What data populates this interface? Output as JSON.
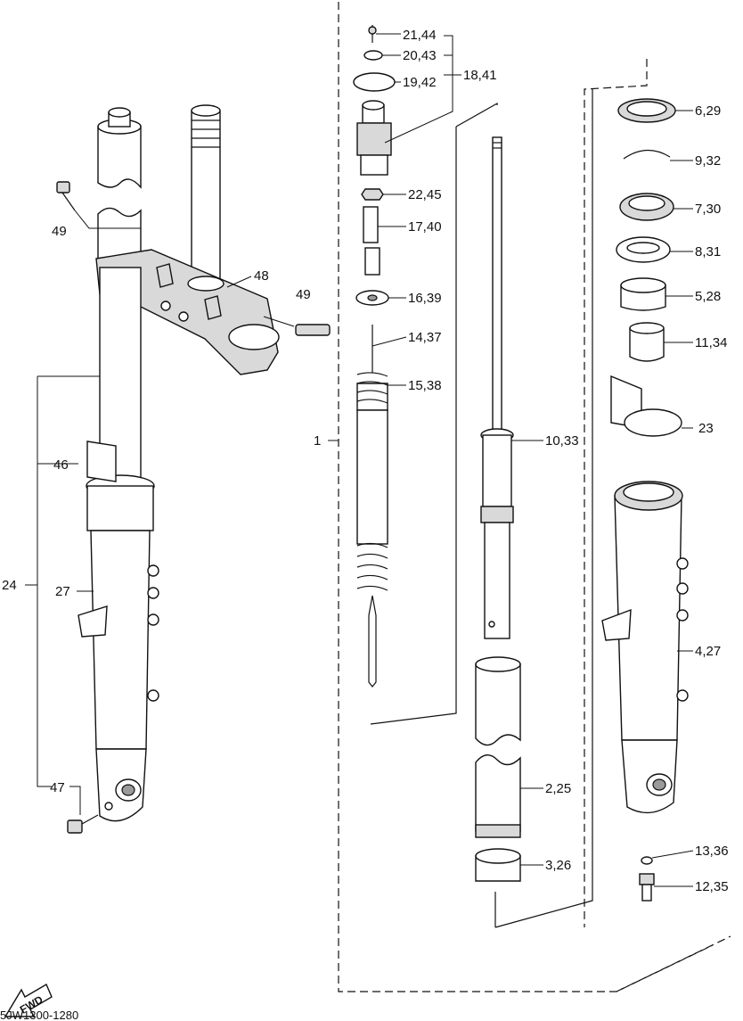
{
  "diagram": {
    "diagram_code": "5JW1300-1280",
    "direction_label": "FWD",
    "callouts": {
      "c21_44": "21,44",
      "c20_43": "20,43",
      "c19_42": "19,42",
      "c18_41": "18,41",
      "c22_45": "22,45",
      "c17_40": "17,40",
      "c16_39": "16,39",
      "c14_37": "14,37",
      "c15_38": "15,38",
      "c1": "1",
      "c10_33": "10,33",
      "c2_25": "2,25",
      "c3_26": "3,26",
      "c6_29": "6,29",
      "c9_32": "9,32",
      "c7_30": "7,30",
      "c8_31": "8,31",
      "c5_28": "5,28",
      "c11_34": "11,34",
      "c23": "23",
      "c4_27": "4,27",
      "c13_36": "13,36",
      "c12_35": "12,35",
      "c49a": "49",
      "c49b": "49",
      "c48": "48",
      "c46": "46",
      "c24": "24",
      "c27": "27",
      "c47": "47"
    }
  }
}
